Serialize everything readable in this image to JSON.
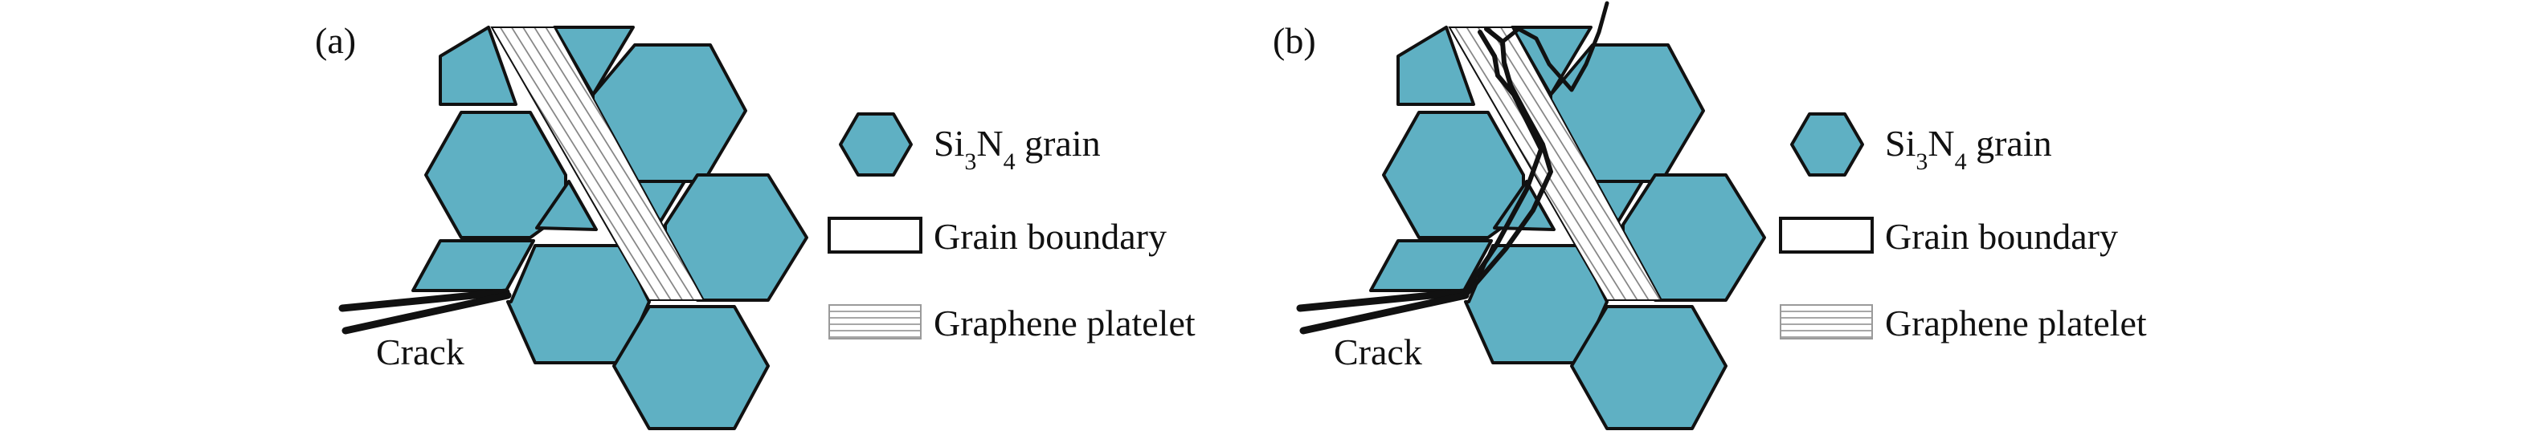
{
  "panels": [
    {
      "label": "(a)",
      "crack_label": "Crack",
      "legend": {
        "grain_prefix": "Si",
        "grain_sub1": "3",
        "grain_mid": "N",
        "grain_sub2": "4",
        "grain_suffix": " grain",
        "boundary": "Grain boundary",
        "platelet": "Graphene platelet"
      }
    },
    {
      "label": "(b)",
      "crack_label": "Crack",
      "legend": {
        "grain_prefix": "Si",
        "grain_sub1": "3",
        "grain_mid": "N",
        "grain_sub2": "4",
        "grain_suffix": " grain",
        "boundary": "Grain boundary",
        "platelet": "Graphene platelet"
      }
    }
  ],
  "colors": {
    "grain_fill": "#5fb0c3",
    "outline": "#111111",
    "platelet_stripe": "#8a8a8a"
  }
}
